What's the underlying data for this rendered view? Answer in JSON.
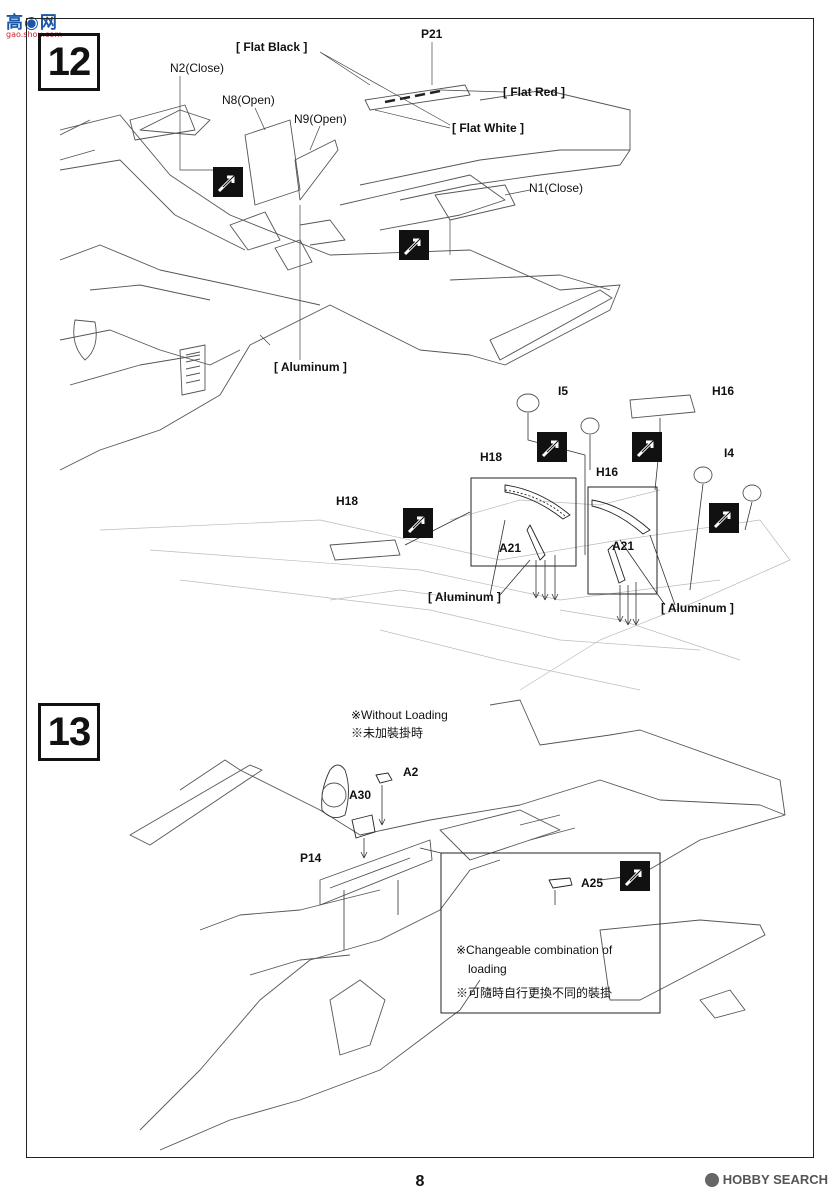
{
  "corner_logo": {
    "main": "高◉网",
    "sub": "gao.shou.com"
  },
  "steps": {
    "s12": "12",
    "s13": "13"
  },
  "step12": {
    "paints": {
      "flat_black": "[ Flat Black ]",
      "flat_red": "[ Flat Red ]",
      "flat_white": "[ Flat White ]",
      "aluminum_1": "[ Aluminum ]",
      "aluminum_2": "[ Aluminum ]",
      "aluminum_3": "[ Aluminum ]"
    },
    "parts": {
      "p21": "P21",
      "n2": "N2(Close)",
      "n8": "N8(Open)",
      "n9": "N9(Open)",
      "n1": "N1(Close)",
      "i5": "I5",
      "h16_top": "H16",
      "h18_box": "H18",
      "h16_box": "H16",
      "i4": "I4",
      "h18_left": "H18",
      "a21_left": "A21",
      "a21_right": "A21"
    }
  },
  "step13": {
    "notes": {
      "without_loading_en": "※Without Loading",
      "without_loading_zh": "※未加裝掛時",
      "changeable_en": "※Changeable combination of",
      "changeable_en2": "loading",
      "changeable_zh": "※可隨時自行更換不同的裝掛"
    },
    "parts": {
      "a2": "A2",
      "a30": "A30",
      "p14": "P14",
      "a25": "A25"
    }
  },
  "footer": {
    "page_number": "8",
    "watermark": "HOBBY SEARCH"
  }
}
